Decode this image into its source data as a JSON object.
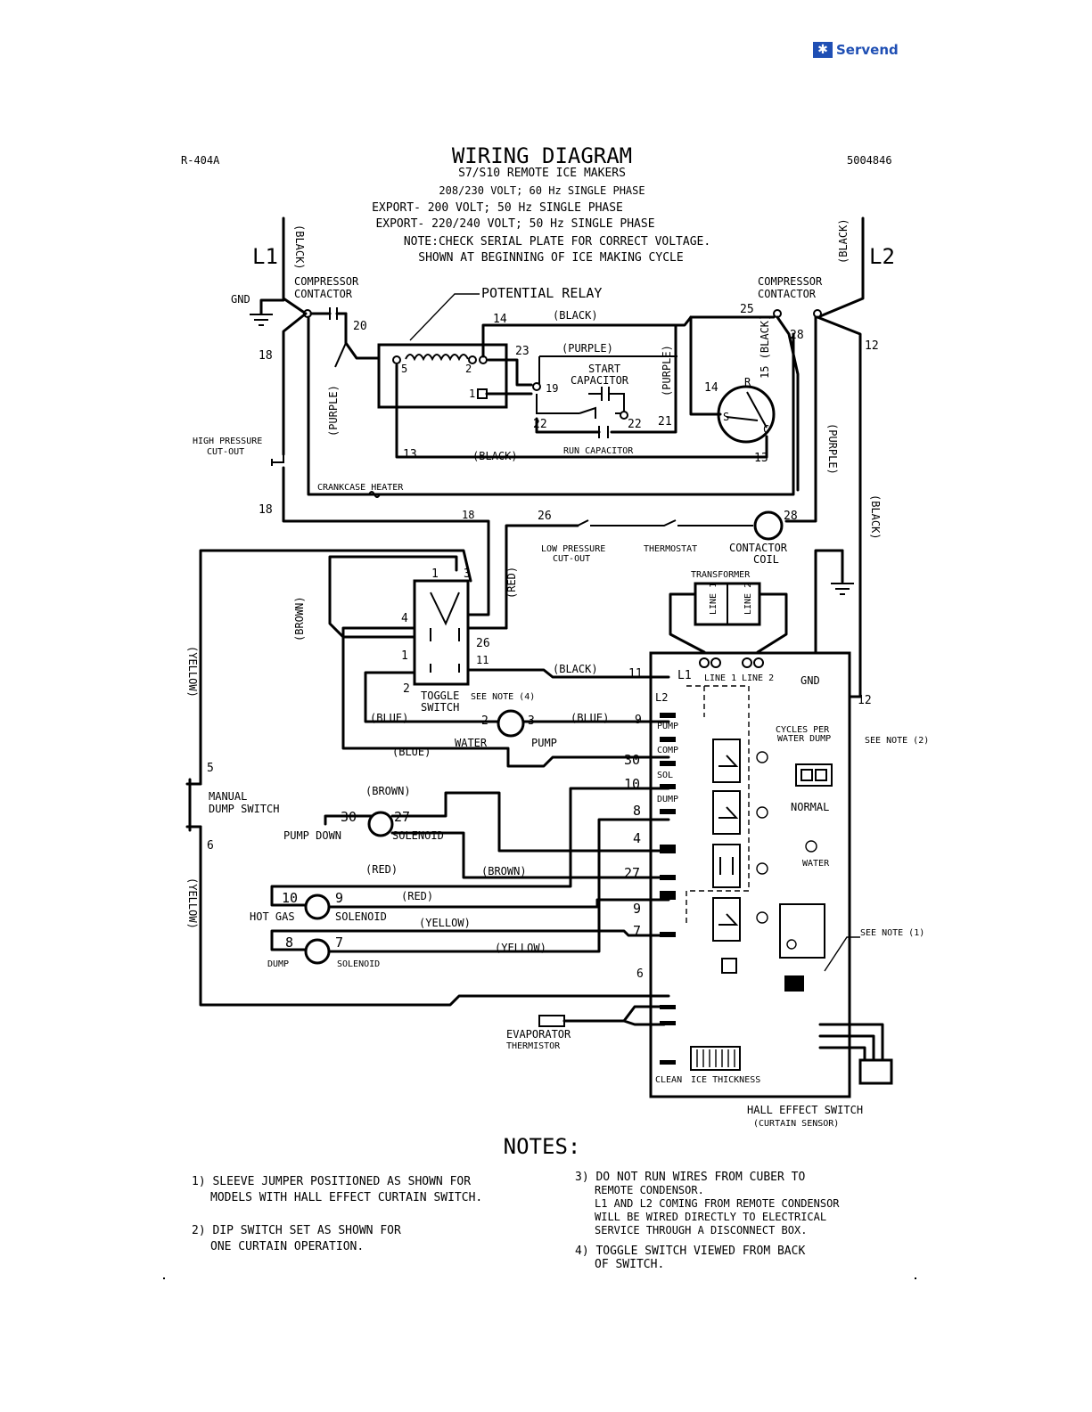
{
  "brand": {
    "logo_text": "Servend",
    "logo_mark": "✱",
    "color": "#1f4fb4"
  },
  "header": {
    "refrigerant": "R-404A",
    "title": "WIRING DIAGRAM",
    "subtitle": "S7/S10 REMOTE ICE MAKERS",
    "part_number": "5004846",
    "lines": [
      "208/230 VOLT; 60 Hz SINGLE PHASE",
      "EXPORT- 200 VOLT; 50 Hz SINGLE PHASE",
      "EXPORT- 220/240 VOLT; 50 Hz SINGLE PHASE",
      "NOTE:CHECK SERIAL PLATE FOR CORRECT VOLTAGE.",
      "SHOWN AT BEGINNING OF ICE MAKING CYCLE"
    ]
  },
  "labels": {
    "l1": "L1",
    "l2": "L2",
    "black": "(BLACK)",
    "purple": "(PURPLE)",
    "blue": "(BLUE)",
    "brown": "(BROWN)",
    "yellow": "(YELLOW)",
    "red": "(RED)",
    "gnd": "GND",
    "compressor_contactor": "COMPRESSOR CONTACTOR",
    "potential_relay": "POTENTIAL RELAY",
    "start_capacitor": "START CAPACITOR",
    "run_capacitor": "RUN CAPACITOR",
    "high_pressure_cutout": "HIGH PRESSURE CUT-OUT",
    "crankcase_heater": "CRANKCASE HEATER",
    "low_pressure_cutout": "LOW PRESSURE CUT-OUT",
    "thermostat": "THERMOSTAT",
    "contactor_coil": "CONTACTOR COIL",
    "transformer": "TRANSFORMER",
    "toggle_switch": "TOGGLE SWITCH",
    "toggle_note": "SEE NOTE (4)",
    "water_pump": "WATER PUMP",
    "manual_dump_switch": "MANUAL DUMP SWITCH",
    "pump_down_solenoid": "PUMP DOWN SOLENOID",
    "hot_gas_solenoid": "HOT GAS SOLENOID",
    "dump_solenoid": "DUMP SOLENOID",
    "evaporator_thermistor": "EVAPORATOR THERMISTOR",
    "hall_effect_switch": "HALL EFFECT SWITCH",
    "curtain_sensor": "(CURTAIN SENSOR)",
    "cycles_per_water_dump": "CYCLES PER WATER DUMP",
    "normal": "NORMAL",
    "see_note_2": "SEE NOTE (2)",
    "see_note_1": "SEE NOTE (1)",
    "line1": "LINE 1",
    "line2": "LINE 2",
    "pump": "PUMP",
    "comp": "COMP",
    "sol": "SOL",
    "dump": "DUMP",
    "clean": "CLEAN",
    "water": "WATER",
    "ice_thickness": "ICE THICKNESS",
    "terminals": [
      "1",
      "2",
      "3",
      "4",
      "5",
      "6",
      "7",
      "8",
      "9",
      "10",
      "11",
      "12",
      "13",
      "14",
      "15",
      "18",
      "19",
      "20",
      "21",
      "22",
      "23",
      "25",
      "26",
      "27",
      "28",
      "30"
    ]
  },
  "notes": {
    "heading": "NOTES:",
    "items": [
      "1) SLEEVE JUMPER POSITIONED AS SHOWN FOR",
      "MODELS WITH HALL EFFECT CURTAIN SWITCH.",
      "2) DIP SWITCH SET AS SHOWN FOR",
      "ONE CURTAIN OPERATION.",
      "3) DO NOT RUN WIRES FROM CUBER TO",
      "REMOTE CONDENSOR.",
      "L1 AND L2 COMING FROM REMOTE CONDENSOR",
      "WILL BE WIRED DIRECTLY TO ELECTRICAL",
      "SERVICE THROUGH A DISCONNECT BOX.",
      "4) TOGGLE SWITCH VIEWED FROM BACK",
      "OF SWITCH."
    ]
  }
}
